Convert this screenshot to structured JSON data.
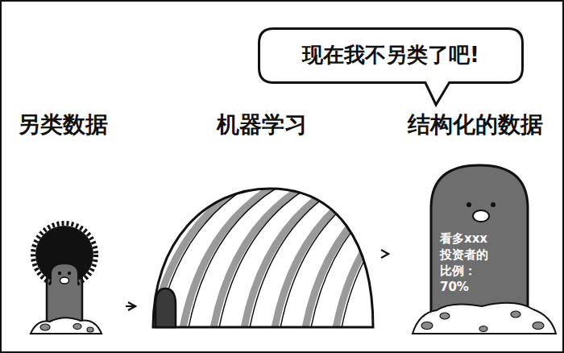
{
  "diagram": {
    "nodes": [
      {
        "text": [
          "现在我不另类了吧!"
        ]
      },
      {
        "text": [
          "另类数据"
        ]
      },
      {
        "text": [
          "机器学习"
        ]
      },
      {
        "text": [
          "结构化的数据",
          "看多xxx 投资者的 比例： 70%"
        ]
      }
    ],
    "edges": [
      {
        "from": 1,
        "to": 2,
        "arrow": "to"
      },
      {
        "from": 2,
        "to": 3,
        "arrow": "to"
      }
    ]
  }
}
